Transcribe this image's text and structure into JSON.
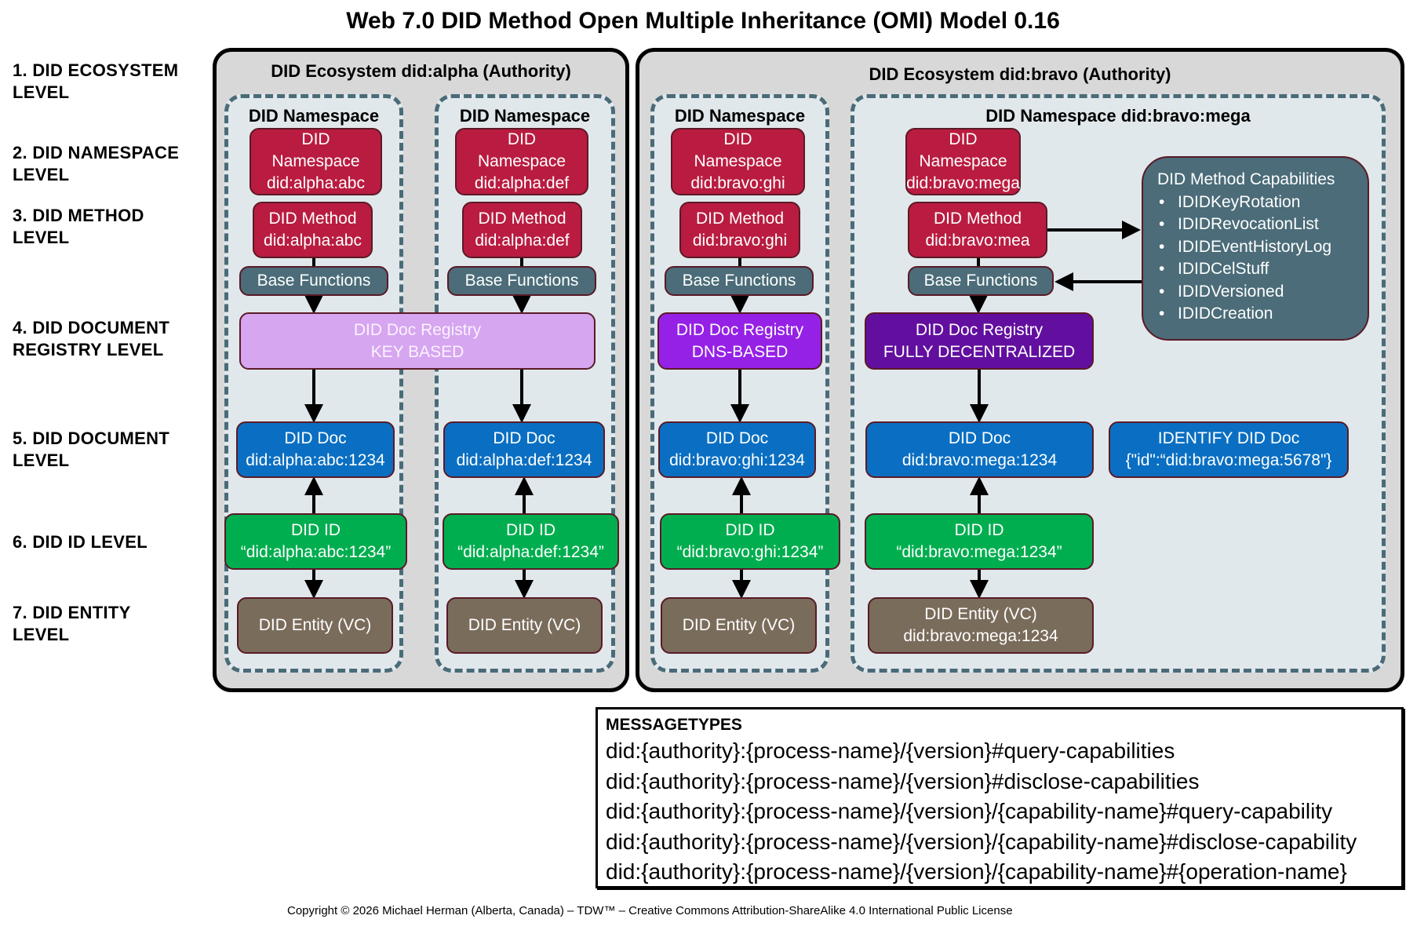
{
  "title": "Web 7.0 DID Method Open Multiple Inheritance (OMI) Model 0.16",
  "levels": [
    {
      "line1": "1. DID ECOSYSTEM",
      "line2": "LEVEL"
    },
    {
      "line1": "2. DID NAMESPACE",
      "line2": "LEVEL"
    },
    {
      "line1": "3. DID METHOD",
      "line2": "LEVEL"
    },
    {
      "line1": "4. DID DOCUMENT",
      "line2": "REGISTRY LEVEL"
    },
    {
      "line1": "5. DID DOCUMENT",
      "line2": "LEVEL"
    },
    {
      "line1": "6. DID ID LEVEL",
      "line2": ""
    },
    {
      "line1": "7. DID ENTITY",
      "line2": "LEVEL"
    }
  ],
  "ecosystems": {
    "alpha": {
      "title": "DID Ecosystem did:alpha (Authority)",
      "registry": {
        "line1": "DID Doc Registry",
        "line2": "KEY BASED"
      },
      "namespaces": [
        {
          "title": "DID Namespace",
          "namespace": {
            "line1": "DID",
            "line2": "Namespace",
            "line3": "did:alpha:abc"
          },
          "method": {
            "line1": "DID Method",
            "line2": "did:alpha:abc"
          },
          "base": "Base Functions",
          "doc": {
            "line1": "DID Doc",
            "line2": "did:alpha:abc:1234"
          },
          "id": {
            "line1": "DID ID",
            "line2": "“did:alpha:abc:1234”"
          },
          "entity": {
            "line1": "DID Entity (VC)",
            "line2": ""
          }
        },
        {
          "title": "DID Namespace",
          "namespace": {
            "line1": "DID",
            "line2": "Namespace",
            "line3": "did:alpha:def"
          },
          "method": {
            "line1": "DID Method",
            "line2": "did:alpha:def"
          },
          "base": "Base Functions",
          "doc": {
            "line1": "DID Doc",
            "line2": "did:alpha:def:1234"
          },
          "id": {
            "line1": "DID ID",
            "line2": "“did:alpha:def:1234”"
          },
          "entity": {
            "line1": "DID Entity (VC)",
            "line2": ""
          }
        }
      ]
    },
    "bravo": {
      "title": "DID Ecosystem did:bravo (Authority)",
      "namespaces": [
        {
          "title": "DID Namespace",
          "namespace": {
            "line1": "DID",
            "line2": "Namespace",
            "line3": "did:bravo:ghi"
          },
          "method": {
            "line1": "DID Method",
            "line2": "did:bravo:ghi"
          },
          "base": "Base Functions",
          "registry": {
            "line1": "DID Doc Registry",
            "line2": "DNS-BASED"
          },
          "doc": {
            "line1": "DID Doc",
            "line2": "did:bravo:ghi:1234"
          },
          "id": {
            "line1": "DID ID",
            "line2": "“did:bravo:ghi:1234”"
          },
          "entity": {
            "line1": "DID Entity (VC)",
            "line2": ""
          }
        },
        {
          "title": "DID Namespace did:bravo:mega",
          "namespace": {
            "line1": "DID",
            "line2": "Namespace",
            "line3": "did:bravo:mega"
          },
          "method": {
            "line1": "DID Method",
            "line2": "did:bravo:mea"
          },
          "base": "Base Functions",
          "registry": {
            "line1": "DID Doc Registry",
            "line2": "FULLY DECENTRALIZED"
          },
          "doc": {
            "line1": "DID Doc",
            "line2": "did:bravo:mega:1234"
          },
          "id": {
            "line1": "DID ID",
            "line2": "“did:bravo:mega:1234”"
          },
          "entity": {
            "line1": "DID Entity (VC)",
            "line2": "did:bravo:mega:1234"
          },
          "identify_doc": {
            "line1": "IDENTIFY DID Doc",
            "line2": "{\"id\":“did:bravo:mega:5678\"}"
          },
          "capabilities": {
            "title": "DID Method Capabilities",
            "bullet": "•",
            "items": [
              "IDIDKeyRotation",
              "IDIDRevocationList",
              "IDIDEventHistoryLog",
              "IDIDCelStuff",
              "IDIDVersioned",
              "IDIDCreation"
            ]
          }
        }
      ]
    }
  },
  "message_types": {
    "title": "MESSAGETYPES",
    "lines": [
      "did:{authority}:{process-name}/{version}#query-capabilities",
      "did:{authority}:{process-name}/{version}#disclose-capabilities",
      "did:{authority}:{process-name}/{version}/{capability-name}#query-capability",
      "did:{authority}:{process-name}/{version}/{capability-name}#disclose-capability",
      "did:{authority}:{process-name}/{version}/{capability-name}#{operation-name}"
    ]
  },
  "copyright": "Copyright © 2026 Michael Herman (Alberta, Canada) – TDW™ – Creative Commons Attribution-ShareAlike  4.0 International Public License",
  "colors": {
    "namespace_method": "#b91c40",
    "base_functions": "#4b6c78",
    "registry_key_based": "#d6a6f0",
    "registry_dns_based": "#9521e6",
    "registry_decentralized": "#620fa0",
    "did_doc": "#0a6fc2",
    "did_id": "#00ae4f",
    "did_entity": "#7a6c5b",
    "namespace_border": "#4a6b78"
  }
}
